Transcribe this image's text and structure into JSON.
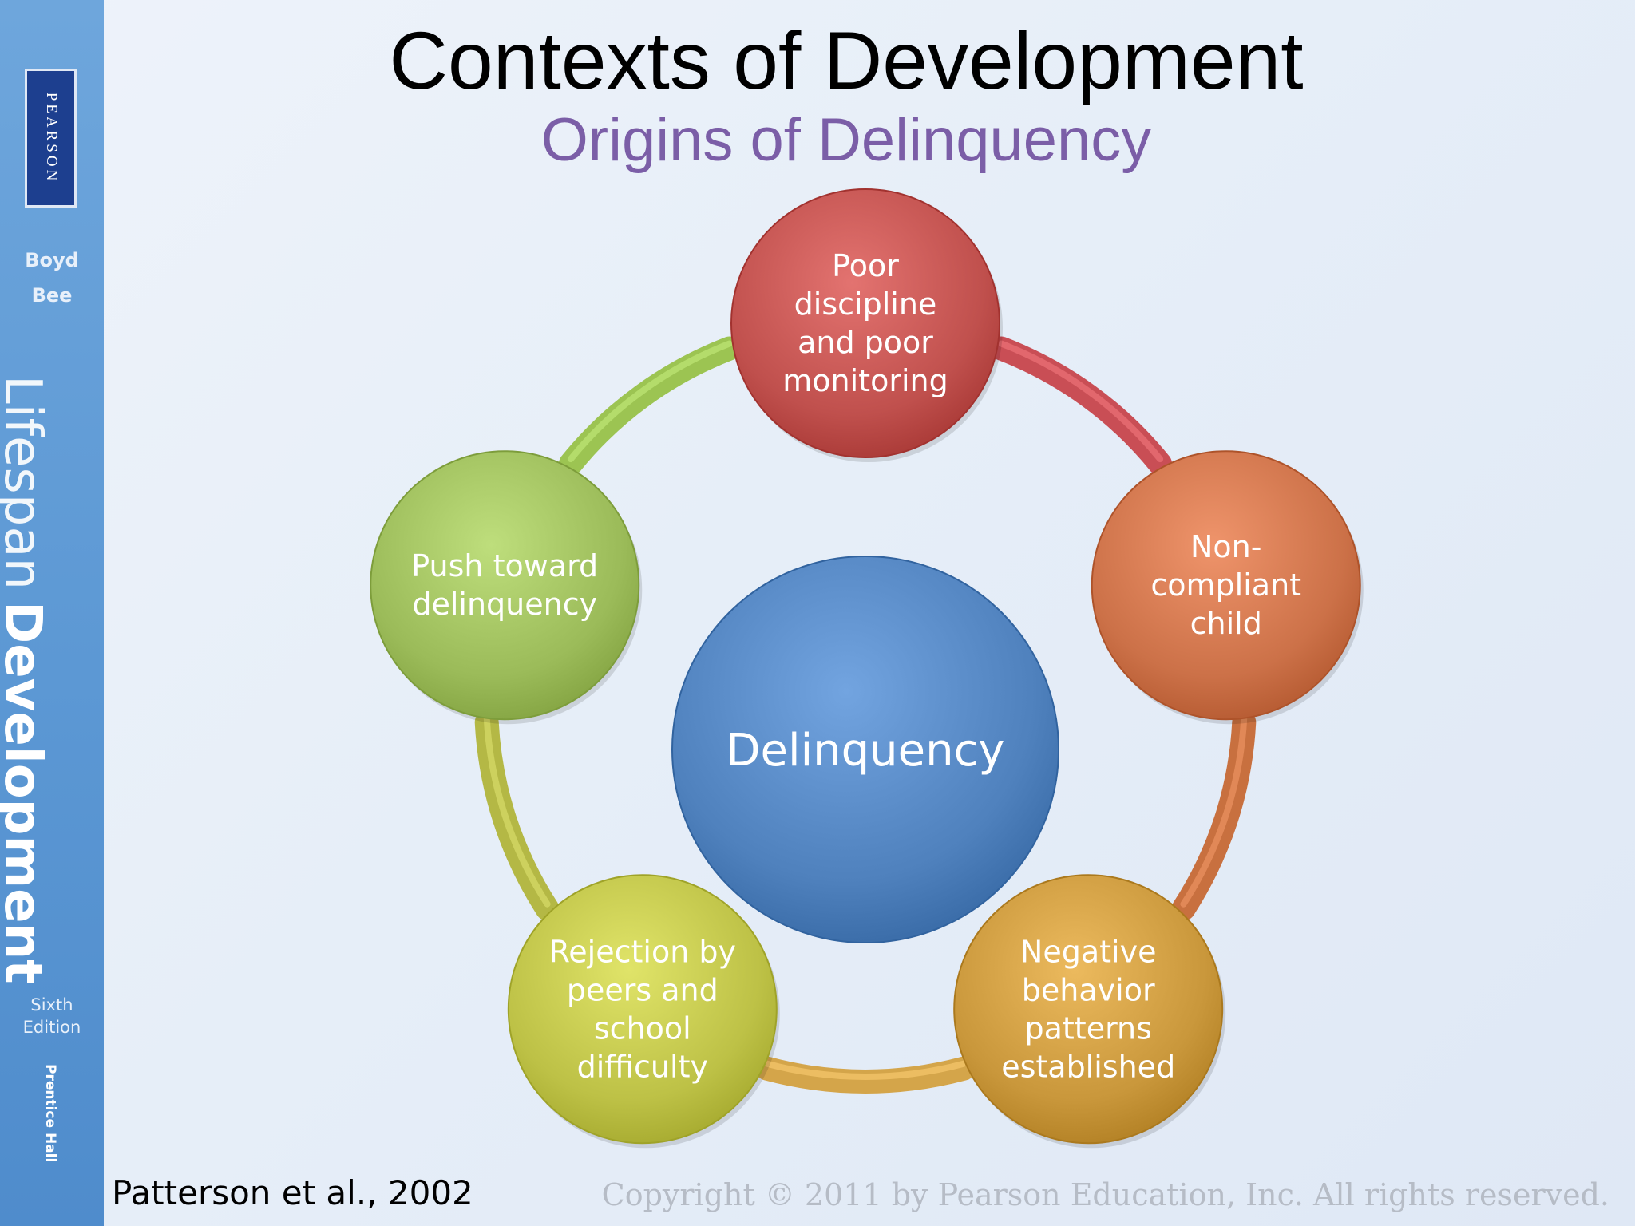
{
  "slide": {
    "title": "Contexts of Development",
    "subtitle": "Origins of Delinquency",
    "citation": "Patterson et al., 2002",
    "copyright": "Copyright © 2011 by Pearson Education, Inc. All rights reserved."
  },
  "sidebar": {
    "logo": "PEARSON",
    "authors": [
      "Boyd",
      "Bee"
    ],
    "book_title_light": "Lifespan",
    "book_title_bold": "Development",
    "edition": [
      "Sixth",
      "Edition"
    ],
    "publisher": "Prentice Hall"
  },
  "diagram": {
    "center": {
      "label": "Delinquency",
      "color": "#4f81bd"
    },
    "nodes": [
      {
        "lines": [
          "Poor",
          "discipline",
          "and poor",
          "monitoring"
        ],
        "color": "#c0504d"
      },
      {
        "lines": [
          "Non-",
          "compliant",
          "child"
        ],
        "color": "#cc7148"
      },
      {
        "lines": [
          "Negative",
          "behavior",
          "patterns",
          "established"
        ],
        "color": "#c9973b"
      },
      {
        "lines": [
          "Rejection by",
          "peers and",
          "school",
          "difficulty"
        ],
        "color": "#bdc146"
      },
      {
        "lines": [
          "Push toward",
          "delinquency"
        ],
        "color": "#9bbb59"
      }
    ],
    "arc_colors": [
      "#c94e55",
      "#c8703f",
      "#d4a54a",
      "#b4b845",
      "#9cc452"
    ]
  }
}
